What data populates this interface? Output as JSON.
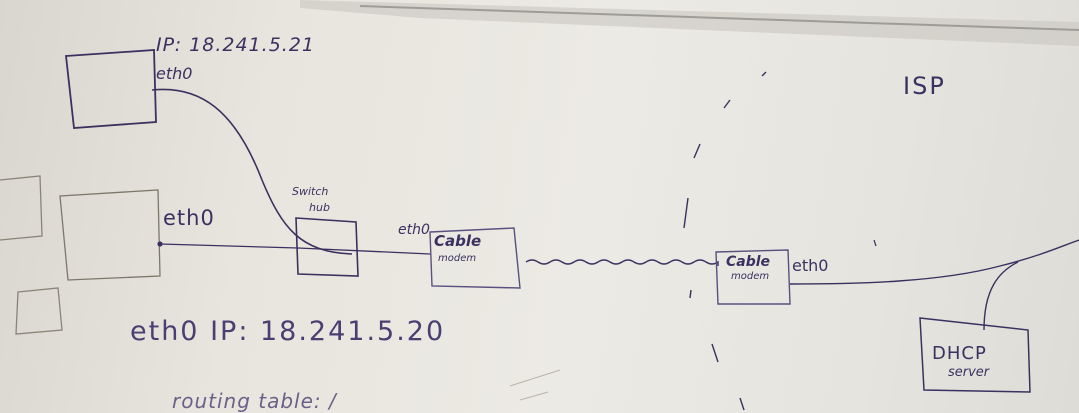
{
  "labels": {
    "ip_top": "IP: 18.241.5.21",
    "eth0_top": "eth0",
    "isp": "ISP",
    "switch": "Switch",
    "hub": "hub",
    "eth0_mid": "eth0",
    "eth0_cable": "eth0",
    "cable_modem_1_cable": "Cable",
    "cable_modem_1_modem": "modem",
    "cable_modem_2_cable": "Cable",
    "cable_modem_2_modem": "modem",
    "eth0_isp": "eth0",
    "bottom_ip": "eth0 IP: 18.241.5.20",
    "dhcp": "DHCP",
    "server": "server",
    "routing": "routing table: /"
  },
  "colors": {
    "board": "#e9e6df",
    "marker": "#3b3160",
    "faint_marker": "#8a8478",
    "tray": "#a9a7a3"
  }
}
